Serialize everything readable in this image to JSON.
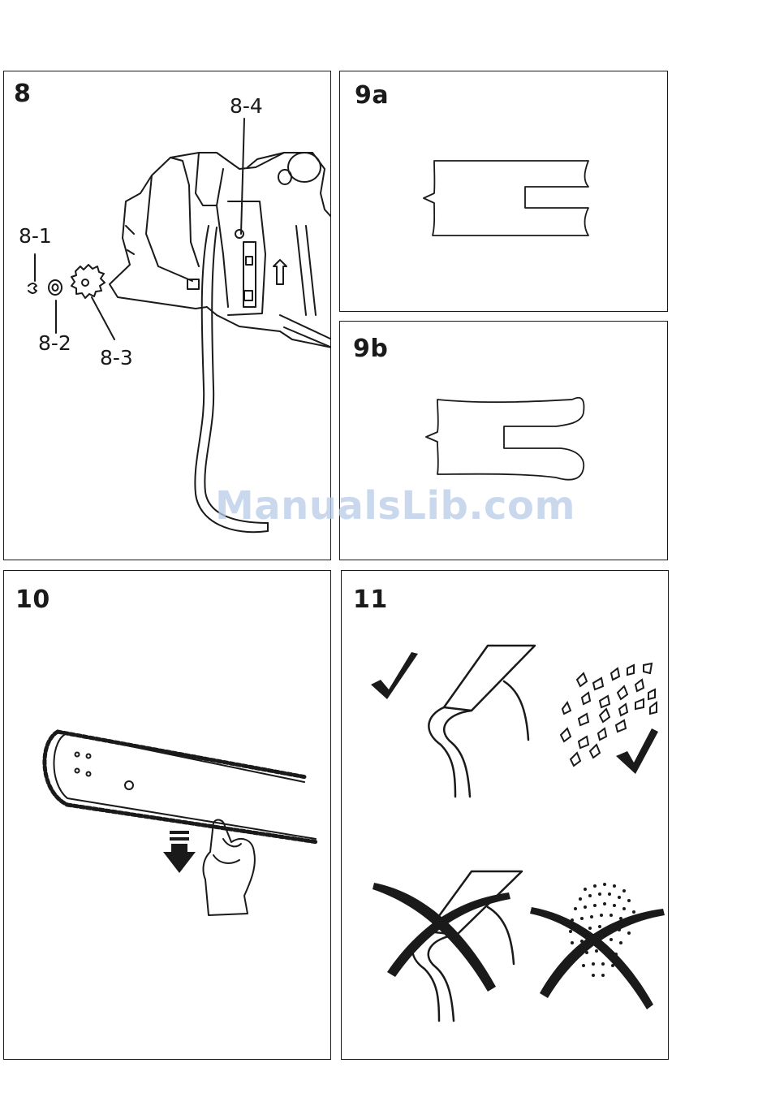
{
  "panels": {
    "p8": {
      "number": "8",
      "callouts": {
        "c1": "8-1",
        "c2": "8-2",
        "c3": "8-3",
        "c4": "8-4"
      }
    },
    "p9a": {
      "number": "9a"
    },
    "p9b": {
      "number": "9b"
    },
    "p10": {
      "number": "10"
    },
    "p11": {
      "number": "11"
    }
  },
  "watermark": "ManualsLib.com",
  "icons": {
    "check": "check-mark-icon",
    "cross": "cross-mark-icon",
    "arrow": "down-arrow-icon"
  },
  "colors": {
    "line": "#1a1a1a",
    "watermark": "#b9cbe8"
  }
}
